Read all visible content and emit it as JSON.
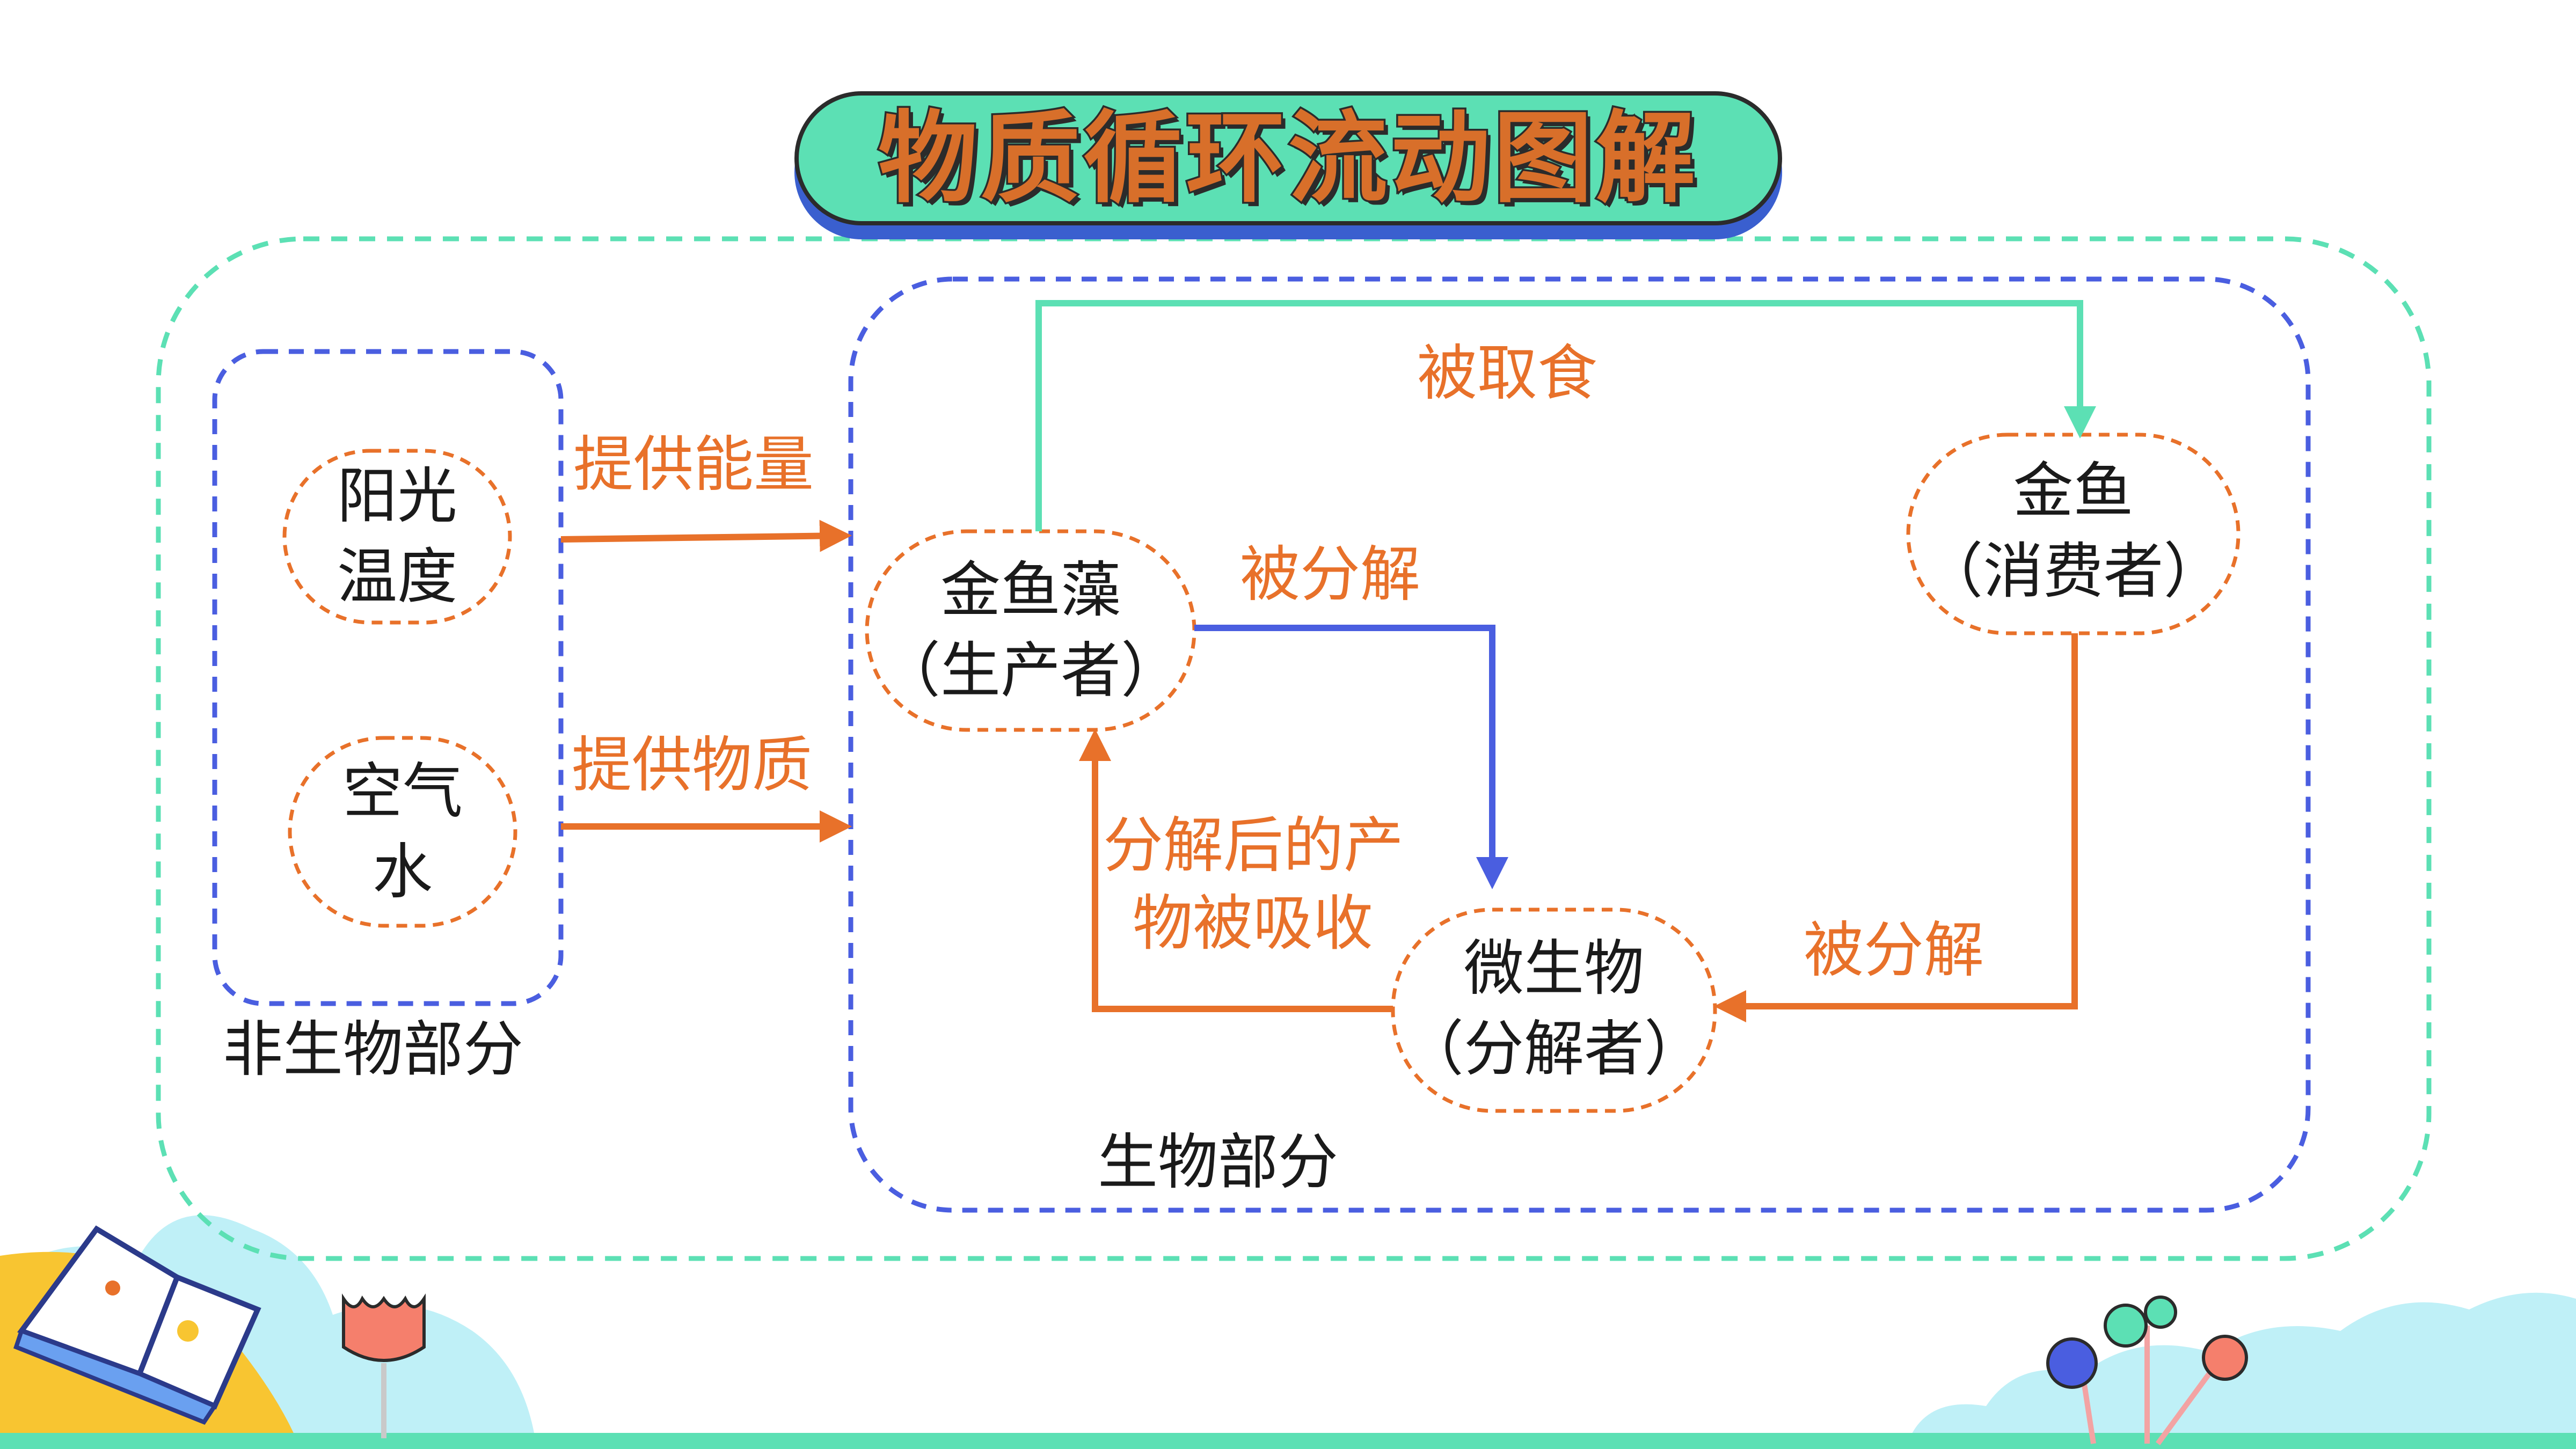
{
  "title": "物质循环流动图解",
  "groups": {
    "abiotic_label": "非生物部分",
    "biotic_label": "生物部分"
  },
  "nodes": {
    "sunlight": {
      "line1": "阳光",
      "line2": "温度"
    },
    "air_water": {
      "line1": "空气",
      "line2": "水"
    },
    "producer": {
      "line1": "金鱼藻",
      "line2": "（生产者）"
    },
    "consumer": {
      "line1": "金鱼",
      "line2": "（消费者）"
    },
    "decomposer": {
      "line1": "微生物",
      "line2": "（分解者）"
    }
  },
  "edges": {
    "provide_energy": "提供能量",
    "provide_matter": "提供物质",
    "eaten": "被取食",
    "decomposed_producer": "被分解",
    "decomposed_consumer": "被分解",
    "absorbed_line1": "分解后的产",
    "absorbed_line2": "物被吸收"
  },
  "colors": {
    "orange": "#e8712a",
    "teal": "#5ce0b4",
    "blue": "#4a5ee0",
    "title_fill": "#5ce0b4"
  }
}
